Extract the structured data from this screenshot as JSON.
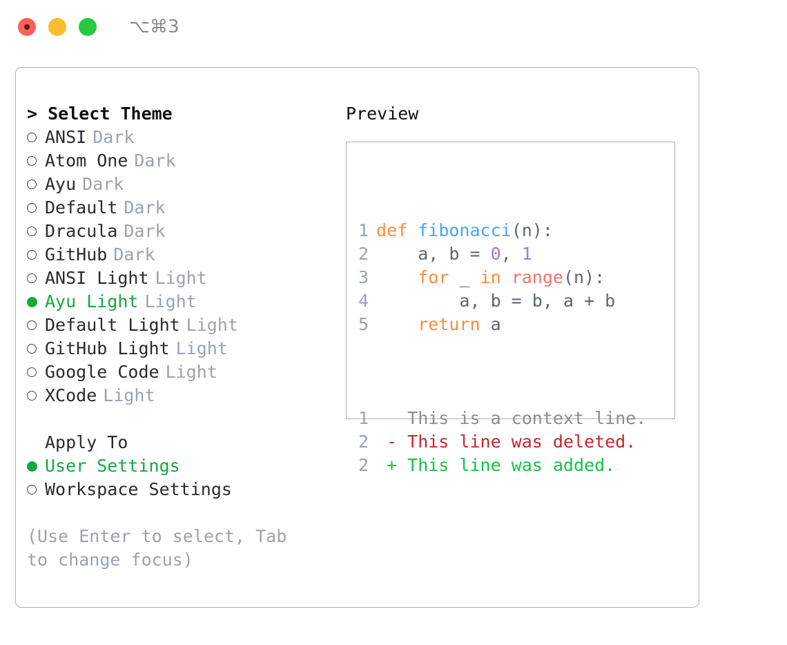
{
  "titlebar": {
    "traffic_lights": [
      "close",
      "minimize",
      "zoom"
    ],
    "shortcut": "⌥⌘3"
  },
  "left": {
    "heading": "> Select Theme",
    "themes": [
      {
        "label": "ANSI",
        "tag": "Dark",
        "selected": false
      },
      {
        "label": "Atom One",
        "tag": "Dark",
        "selected": false
      },
      {
        "label": "Ayu",
        "tag": "Dark",
        "selected": false
      },
      {
        "label": "Default",
        "tag": "Dark",
        "selected": false
      },
      {
        "label": "Dracula",
        "tag": "Dark",
        "selected": false
      },
      {
        "label": "GitHub",
        "tag": "Dark",
        "selected": false
      },
      {
        "label": "ANSI Light",
        "tag": "Light",
        "selected": false
      },
      {
        "label": "Ayu Light",
        "tag": "Light",
        "selected": true
      },
      {
        "label": "Default Light",
        "tag": "Light",
        "selected": false
      },
      {
        "label": "GitHub Light",
        "tag": "Light",
        "selected": false
      },
      {
        "label": "Google Code",
        "tag": "Light",
        "selected": false
      },
      {
        "label": "XCode",
        "tag": "Light",
        "selected": false
      }
    ],
    "apply_to_heading": "Apply To",
    "apply_to": [
      {
        "label": "User Settings",
        "selected": true
      },
      {
        "label": "Workspace Settings",
        "selected": false
      }
    ],
    "hint": "(Use Enter to select, Tab to change focus)"
  },
  "right": {
    "heading": "Preview",
    "code": [
      {
        "num": "1",
        "tokens": [
          {
            "t": "def",
            "c": "kw"
          },
          {
            "t": " ",
            "c": "punc"
          },
          {
            "t": "fibonacci",
            "c": "fn"
          },
          {
            "t": "(n):",
            "c": "punc"
          }
        ]
      },
      {
        "num": "2",
        "tokens": [
          {
            "t": "    a, b = ",
            "c": "id"
          },
          {
            "t": "0",
            "c": "num"
          },
          {
            "t": ", ",
            "c": "id"
          },
          {
            "t": "1",
            "c": "num"
          }
        ]
      },
      {
        "num": "3",
        "tokens": [
          {
            "t": "    ",
            "c": "id"
          },
          {
            "t": "for",
            "c": "kw"
          },
          {
            "t": " _ ",
            "c": "id"
          },
          {
            "t": "in",
            "c": "kw"
          },
          {
            "t": " ",
            "c": "id"
          },
          {
            "t": "range",
            "c": "bi"
          },
          {
            "t": "(n):",
            "c": "punc"
          }
        ]
      },
      {
        "num": "4",
        "tokens": [
          {
            "t": "        a, b = b, a + b",
            "c": "id"
          }
        ]
      },
      {
        "num": "5",
        "tokens": [
          {
            "t": "    ",
            "c": "id"
          },
          {
            "t": "return",
            "c": "kw"
          },
          {
            "t": " a",
            "c": "id"
          }
        ]
      }
    ],
    "diff": [
      {
        "num": "1",
        "sign": " ",
        "text": "This is a context line.",
        "kind": "ctx"
      },
      {
        "num": "2",
        "sign": "-",
        "text": "This line was deleted.",
        "kind": "del"
      },
      {
        "num": "2",
        "sign": "+",
        "text": "This line was added.",
        "kind": "add"
      }
    ]
  },
  "colors": {
    "selected_green": "#12ab3f",
    "muted": "#9aa3b2",
    "border": "#a9b1bf",
    "keyword": "#fa8d3e",
    "function": "#46a6f5",
    "number": "#a37acc",
    "builtin": "#f07171",
    "identifier": "#5c6773",
    "diff_delete": "#c9262b",
    "diff_add": "#12c43f"
  }
}
